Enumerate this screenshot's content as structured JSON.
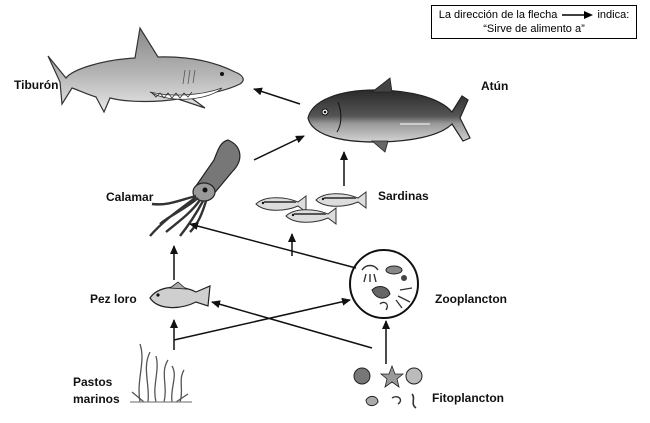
{
  "legend": {
    "prefix": "La dirección de la flecha",
    "suffix": "indica:",
    "line2": "“Sirve de alimento a”"
  },
  "organisms": {
    "tiburon": "Tiburón",
    "atun": "Atún",
    "calamar": "Calamar",
    "sardinas": "Sardinas",
    "pez_loro": "Pez loro",
    "zooplancton": "Zooplancton",
    "pastos_1": "Pastos",
    "pastos_2": "marinos",
    "fitoplancton": "Fitoplancton"
  },
  "food_web": [
    {
      "from": "Atún",
      "to": "Tiburón"
    },
    {
      "from": "Calamar",
      "to": "Atún"
    },
    {
      "from": "Sardinas",
      "to": "Atún"
    },
    {
      "from": "Pez loro",
      "to": "Calamar"
    },
    {
      "from": "Zooplancton",
      "to": "Calamar"
    },
    {
      "from": "Zooplancton",
      "to": "Sardinas"
    },
    {
      "from": "Pastos marinos",
      "to": "Pez loro"
    },
    {
      "from": "Pastos marinos",
      "to": "Zooplancton"
    },
    {
      "from": "Fitoplancton",
      "to": "Zooplancton"
    },
    {
      "from": "Fitoplancton",
      "to": "Pez loro"
    }
  ]
}
